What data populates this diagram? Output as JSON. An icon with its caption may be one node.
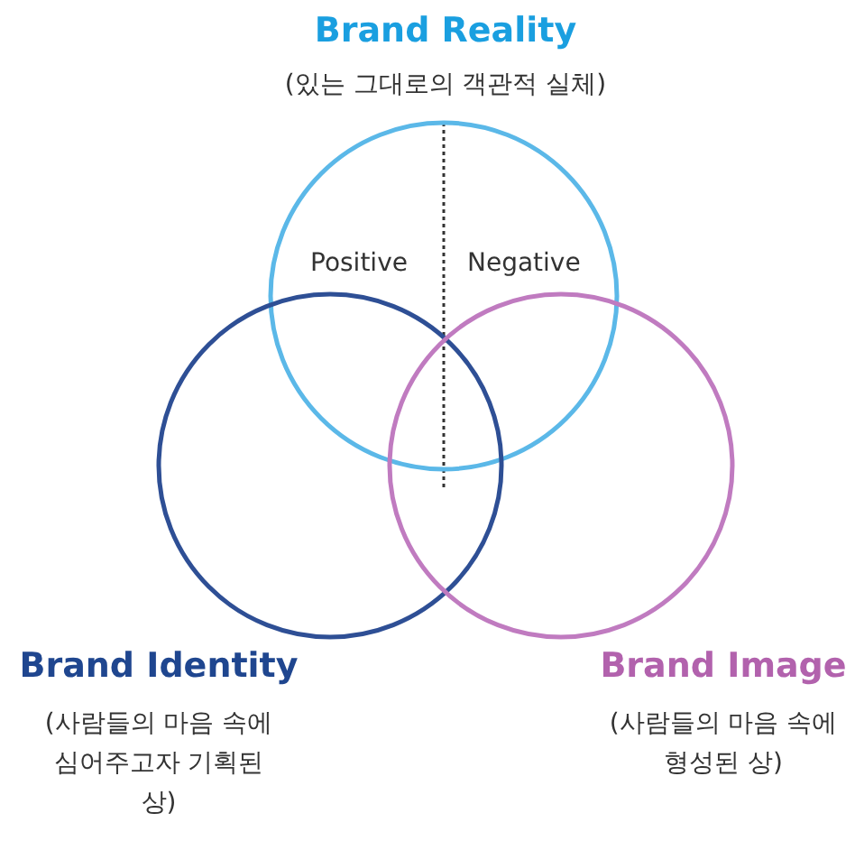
{
  "diagram": {
    "nodes": [
      {
        "text": [
          "Brand Reality",
          "(있는 그대로의 객관적 실체)"
        ]
      },
      {
        "text": [
          "Brand Identity",
          "(사람들의 마음 속에 심어주고자 기획된 상)"
        ]
      },
      {
        "text": [
          "Brand Image",
          "(사람들의 마음 속에 형성된 상)"
        ]
      }
    ],
    "edges": [],
    "labels": [
      "Positive",
      "Negative"
    ]
  }
}
